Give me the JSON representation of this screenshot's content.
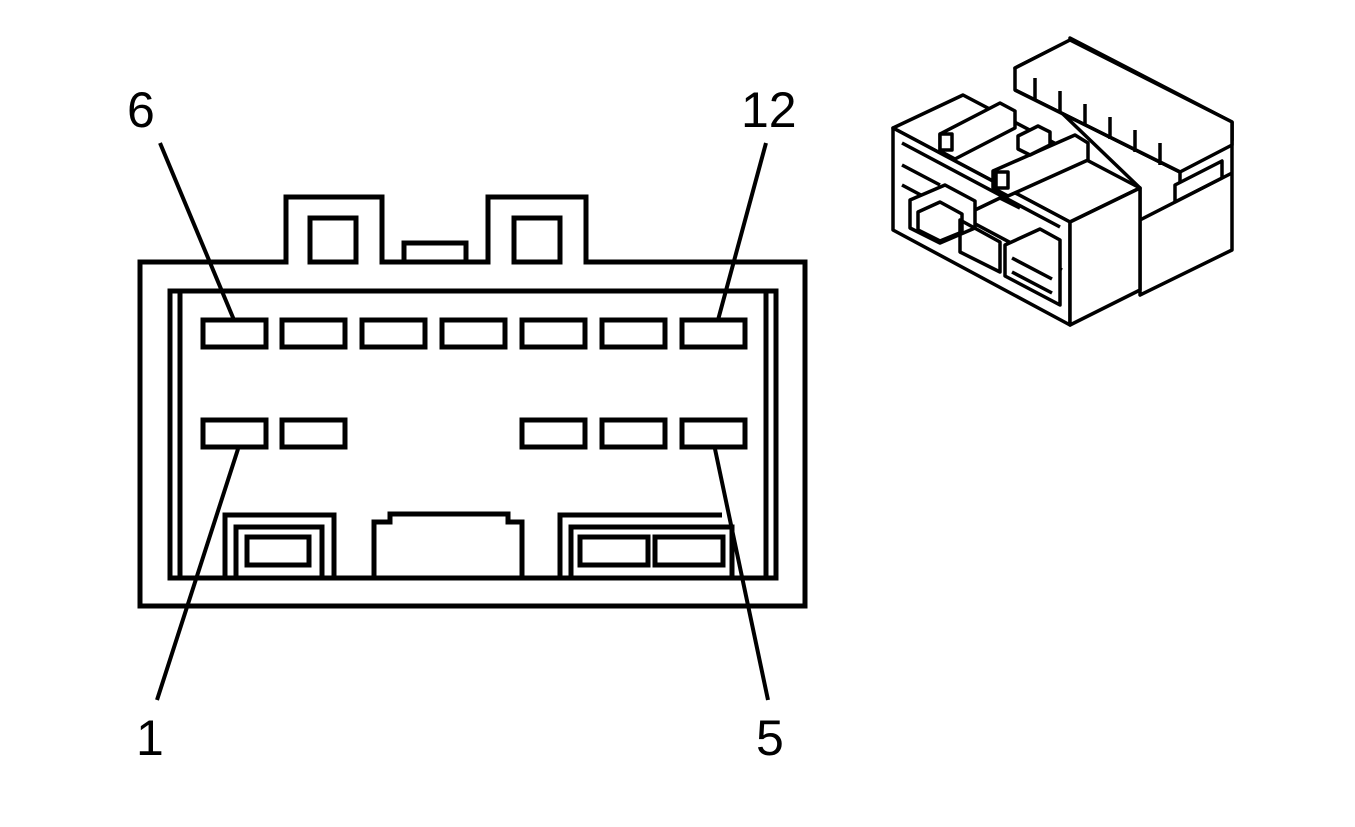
{
  "pin_labels": {
    "top_left": "6",
    "top_right": "12",
    "bottom_left": "1",
    "bottom_right": "5"
  }
}
